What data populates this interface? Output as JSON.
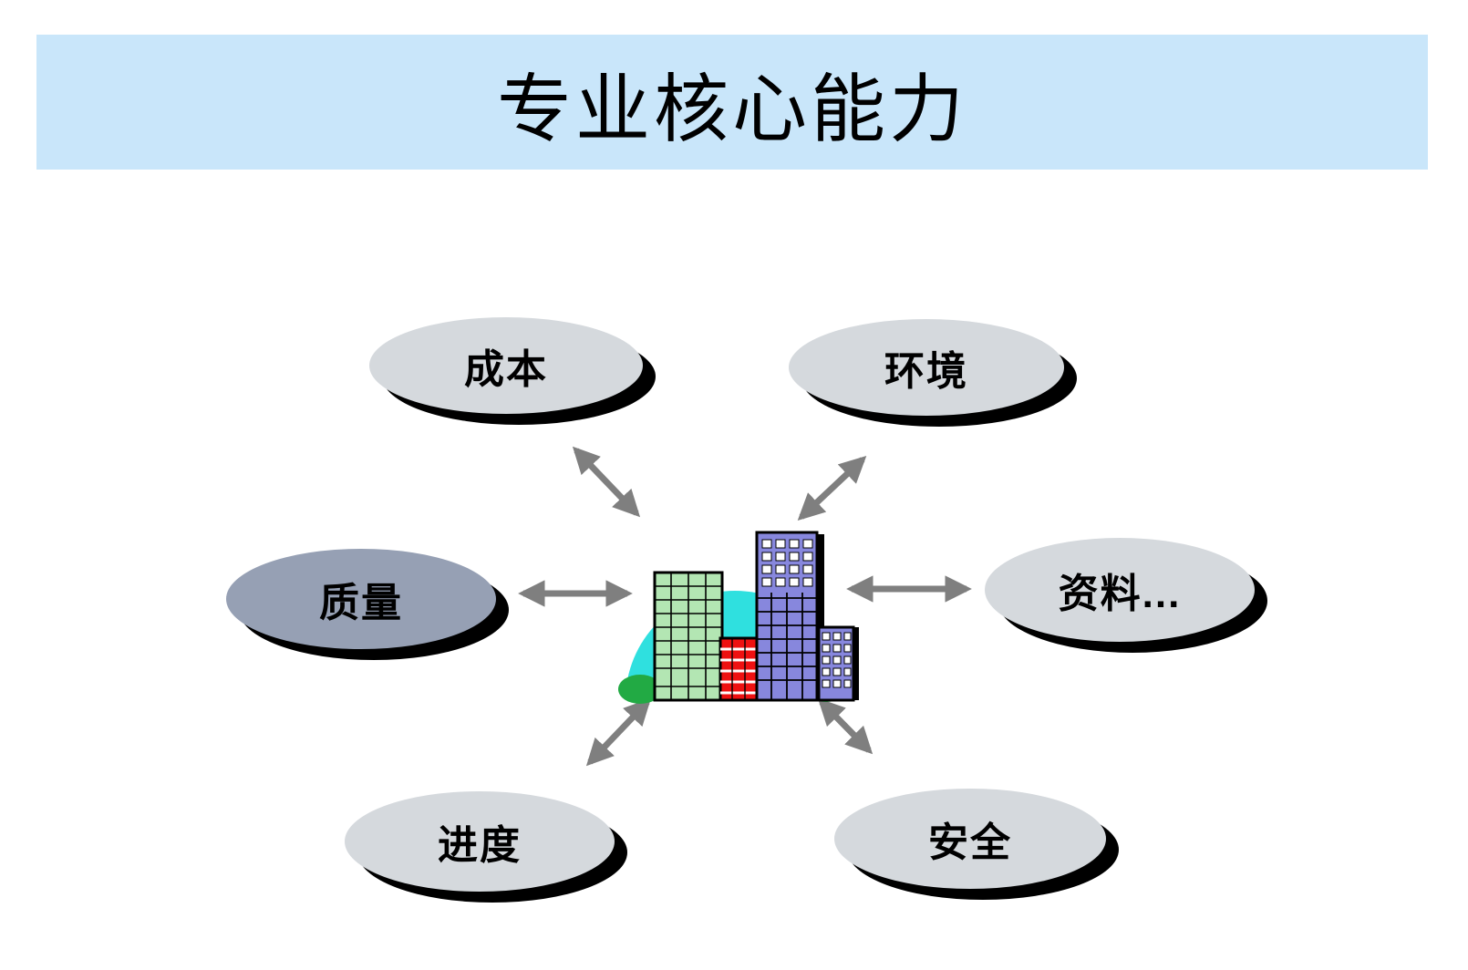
{
  "slide": {
    "title": "专业核心能力"
  },
  "nodes": [
    {
      "id": "cost",
      "label": "成本"
    },
    {
      "id": "environment",
      "label": "环境"
    },
    {
      "id": "quality",
      "label": "质量"
    },
    {
      "id": "data",
      "label": "资料..."
    },
    {
      "id": "progress",
      "label": "进度"
    },
    {
      "id": "safety",
      "label": "安全"
    }
  ],
  "center": {
    "image": "city-buildings-clipart"
  },
  "colors": {
    "banner_bg": "#c9e6fa",
    "ellipse_fill": "#d5d9dd",
    "ellipse_fill_dark": "#96a0b4",
    "shadow": "#000000",
    "arrow": "#7f7f7f",
    "dome": "#2fe0df",
    "building_green": "#b3e6b3",
    "building_blue": "#8787dd",
    "building_red": "#ee1111",
    "bush_green": "#22aa44"
  }
}
